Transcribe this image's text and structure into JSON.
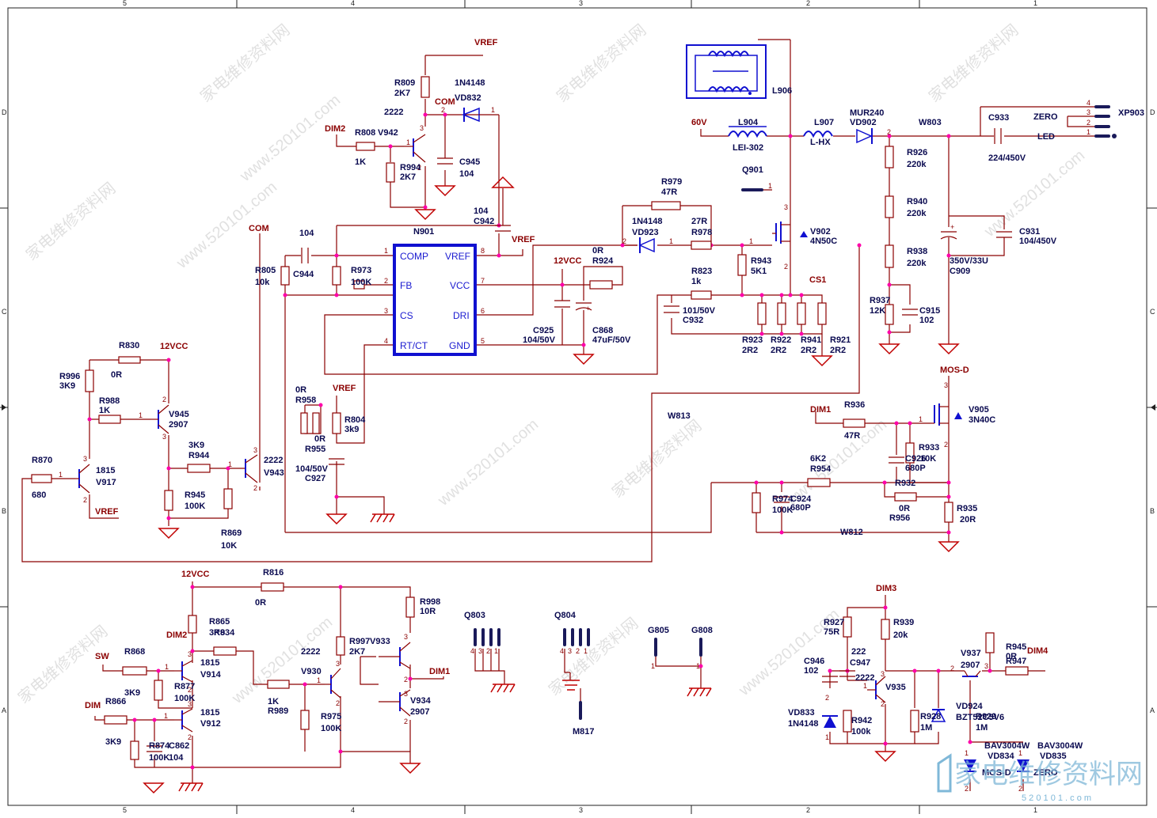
{
  "frame": {
    "columns": [
      "5",
      "4",
      "3",
      "2",
      "1"
    ],
    "rows": [
      "D",
      "C",
      "B",
      "A"
    ]
  },
  "ic": {
    "ref": "N901",
    "pins_left": [
      {
        "name": "COMP",
        "num": "1"
      },
      {
        "name": "FB",
        "num": "2"
      },
      {
        "name": "CS",
        "num": "3"
      },
      {
        "name": "RT/CT",
        "num": "4"
      }
    ],
    "pins_right": [
      {
        "name": "VREF",
        "num": "8"
      },
      {
        "name": "VCC",
        "num": "7"
      },
      {
        "name": "DRI",
        "num": "6"
      },
      {
        "name": "GND",
        "num": "5"
      }
    ]
  },
  "nets": {
    "vref": "VREF",
    "com": "COM",
    "v12": "12VCC",
    "v60": "60V",
    "dim": "DIM",
    "dim1": "DIM1",
    "dim2": "DIM2",
    "dim3": "DIM3",
    "dim4": "DIM4",
    "sw": "SW",
    "zero": "ZERO",
    "led": "LED",
    "mosd": "MOS-D",
    "cs1": "CS1"
  },
  "components": {
    "r809": [
      "R809",
      "2K7"
    ],
    "vd832": [
      "1N4148",
      "VD832"
    ],
    "r808": [
      "R808",
      "1K"
    ],
    "v942": "V942",
    "t2222a": "2222",
    "r994": [
      "R994",
      "2K7"
    ],
    "c945": [
      "C945",
      "104"
    ],
    "c942": [
      "104",
      "C942"
    ],
    "c944": [
      "104",
      "C944"
    ],
    "r805": [
      "R805",
      "10k"
    ],
    "r973": [
      "R973",
      "100K"
    ],
    "r979": [
      "R979",
      "47R"
    ],
    "vd923": [
      "1N4148",
      "VD923"
    ],
    "r978": [
      "27R",
      "R978"
    ],
    "r924": [
      "0R",
      "R924"
    ],
    "r823": [
      "R823",
      "1k"
    ],
    "r943": [
      "R943",
      "5K1"
    ],
    "v902": [
      "V902",
      "4N50C"
    ],
    "q901": "Q901",
    "l906": "L906",
    "l904": [
      "L904",
      "LEI-302"
    ],
    "l907": [
      "L907",
      "L-HX"
    ],
    "vd902": [
      "MUR240",
      "VD902"
    ],
    "w803": "W803",
    "c933": [
      "C933",
      "224/450V"
    ],
    "xp903": "XP903",
    "r926": [
      "R926",
      "220k"
    ],
    "r940": [
      "R940",
      "220k"
    ],
    "r938": [
      "R938",
      "220k"
    ],
    "r937": [
      "R937",
      "12K"
    ],
    "c915": [
      "C915",
      "102"
    ],
    "c909": [
      "350V/33U",
      "C909"
    ],
    "c931": [
      "C931",
      "104/450V"
    ],
    "c932": [
      "101/50V",
      "C932"
    ],
    "c925": [
      "C925",
      "104/50V"
    ],
    "c868": [
      "C868",
      "47uF/50V"
    ],
    "r923": [
      "R923",
      "2R2"
    ],
    "r922": [
      "R922",
      "2R2"
    ],
    "r941": [
      "R941",
      "2R2"
    ],
    "r921": [
      "R921",
      "2R2"
    ],
    "r830": [
      "R830",
      "0R"
    ],
    "r996": [
      "R996",
      "3K9"
    ],
    "r988": [
      "R988",
      "1K"
    ],
    "v945": [
      "V945",
      "2907"
    ],
    "r870": [
      "R870",
      "680"
    ],
    "v917": [
      "1815",
      "V917"
    ],
    "r944": [
      "3K9",
      "R944"
    ],
    "r945": [
      "R945",
      "100K"
    ],
    "r869": [
      "R869",
      "10K"
    ],
    "v943": [
      "2222",
      "V943"
    ],
    "r958": [
      "0R",
      "R958"
    ],
    "r955": [
      "0R",
      "R955"
    ],
    "r804": [
      "R804",
      "3k9"
    ],
    "c927": [
      "104/50V",
      "C927"
    ],
    "w813": "W813",
    "r936": [
      "R936",
      "47R"
    ],
    "v905": [
      "V905",
      "3N40C"
    ],
    "r933": [
      "R933",
      "10K"
    ],
    "c926": [
      "C926",
      "680P"
    ],
    "r954": [
      "6K2",
      "R954"
    ],
    "r932": "R932",
    "r974": [
      "R974",
      "100K"
    ],
    "c924": [
      "C924",
      "680P"
    ],
    "r956": [
      "0R",
      "R956"
    ],
    "r935": [
      "R935",
      "20R"
    ],
    "w812": "W812",
    "r816": [
      "R816",
      "0R"
    ],
    "r865": [
      "R865",
      "3K9"
    ],
    "r834": "R834",
    "r868": [
      "R868",
      "3K9"
    ],
    "v914": [
      "1815",
      "V914"
    ],
    "r877": [
      "R877",
      "100K"
    ],
    "r866": [
      "R866",
      "3K9"
    ],
    "v912": [
      "1815",
      "V912"
    ],
    "r874": [
      "R874",
      "100K"
    ],
    "c862": [
      "C862",
      "104"
    ],
    "r989": [
      "1K",
      "R989"
    ],
    "v930": [
      "2222",
      "V930"
    ],
    "r975": [
      "R975",
      "100K"
    ],
    "r997": [
      "R997",
      "2K7"
    ],
    "v933": "V933",
    "r998": [
      "R998",
      "10R"
    ],
    "v934": [
      "V934",
      "2907"
    ],
    "q803": "Q803",
    "q804": "Q804",
    "m817": "M817",
    "g805": "G805",
    "g808": "G808",
    "r927": [
      "R927",
      "75R"
    ],
    "r939": [
      "R939",
      "20k"
    ],
    "c946": [
      "C946",
      "102"
    ],
    "c947": [
      "222",
      "C947"
    ],
    "v935": [
      "2222",
      "V935"
    ],
    "vd833": [
      "VD833",
      "1N4148"
    ],
    "r942": [
      "R942",
      "100k"
    ],
    "r928": [
      "R928",
      "1M"
    ],
    "vd924": [
      "VD924",
      "BZT52C5V6"
    ],
    "r929": [
      "R929",
      "1M"
    ],
    "v937": [
      "V937",
      "2907"
    ],
    "r945b": "R945",
    "r947": [
      "0R",
      "R947"
    ],
    "vd834": [
      "BAV3004W",
      "VD834"
    ],
    "vd835": [
      "BAV3004W",
      "VD835"
    ]
  },
  "watermark": {
    "text_cn": "家电维修资料网",
    "site": "www.520101.com",
    "logo_cn": "家电维修资料网",
    "logo_site": "5 2 0 1 0 1 . c o m"
  }
}
